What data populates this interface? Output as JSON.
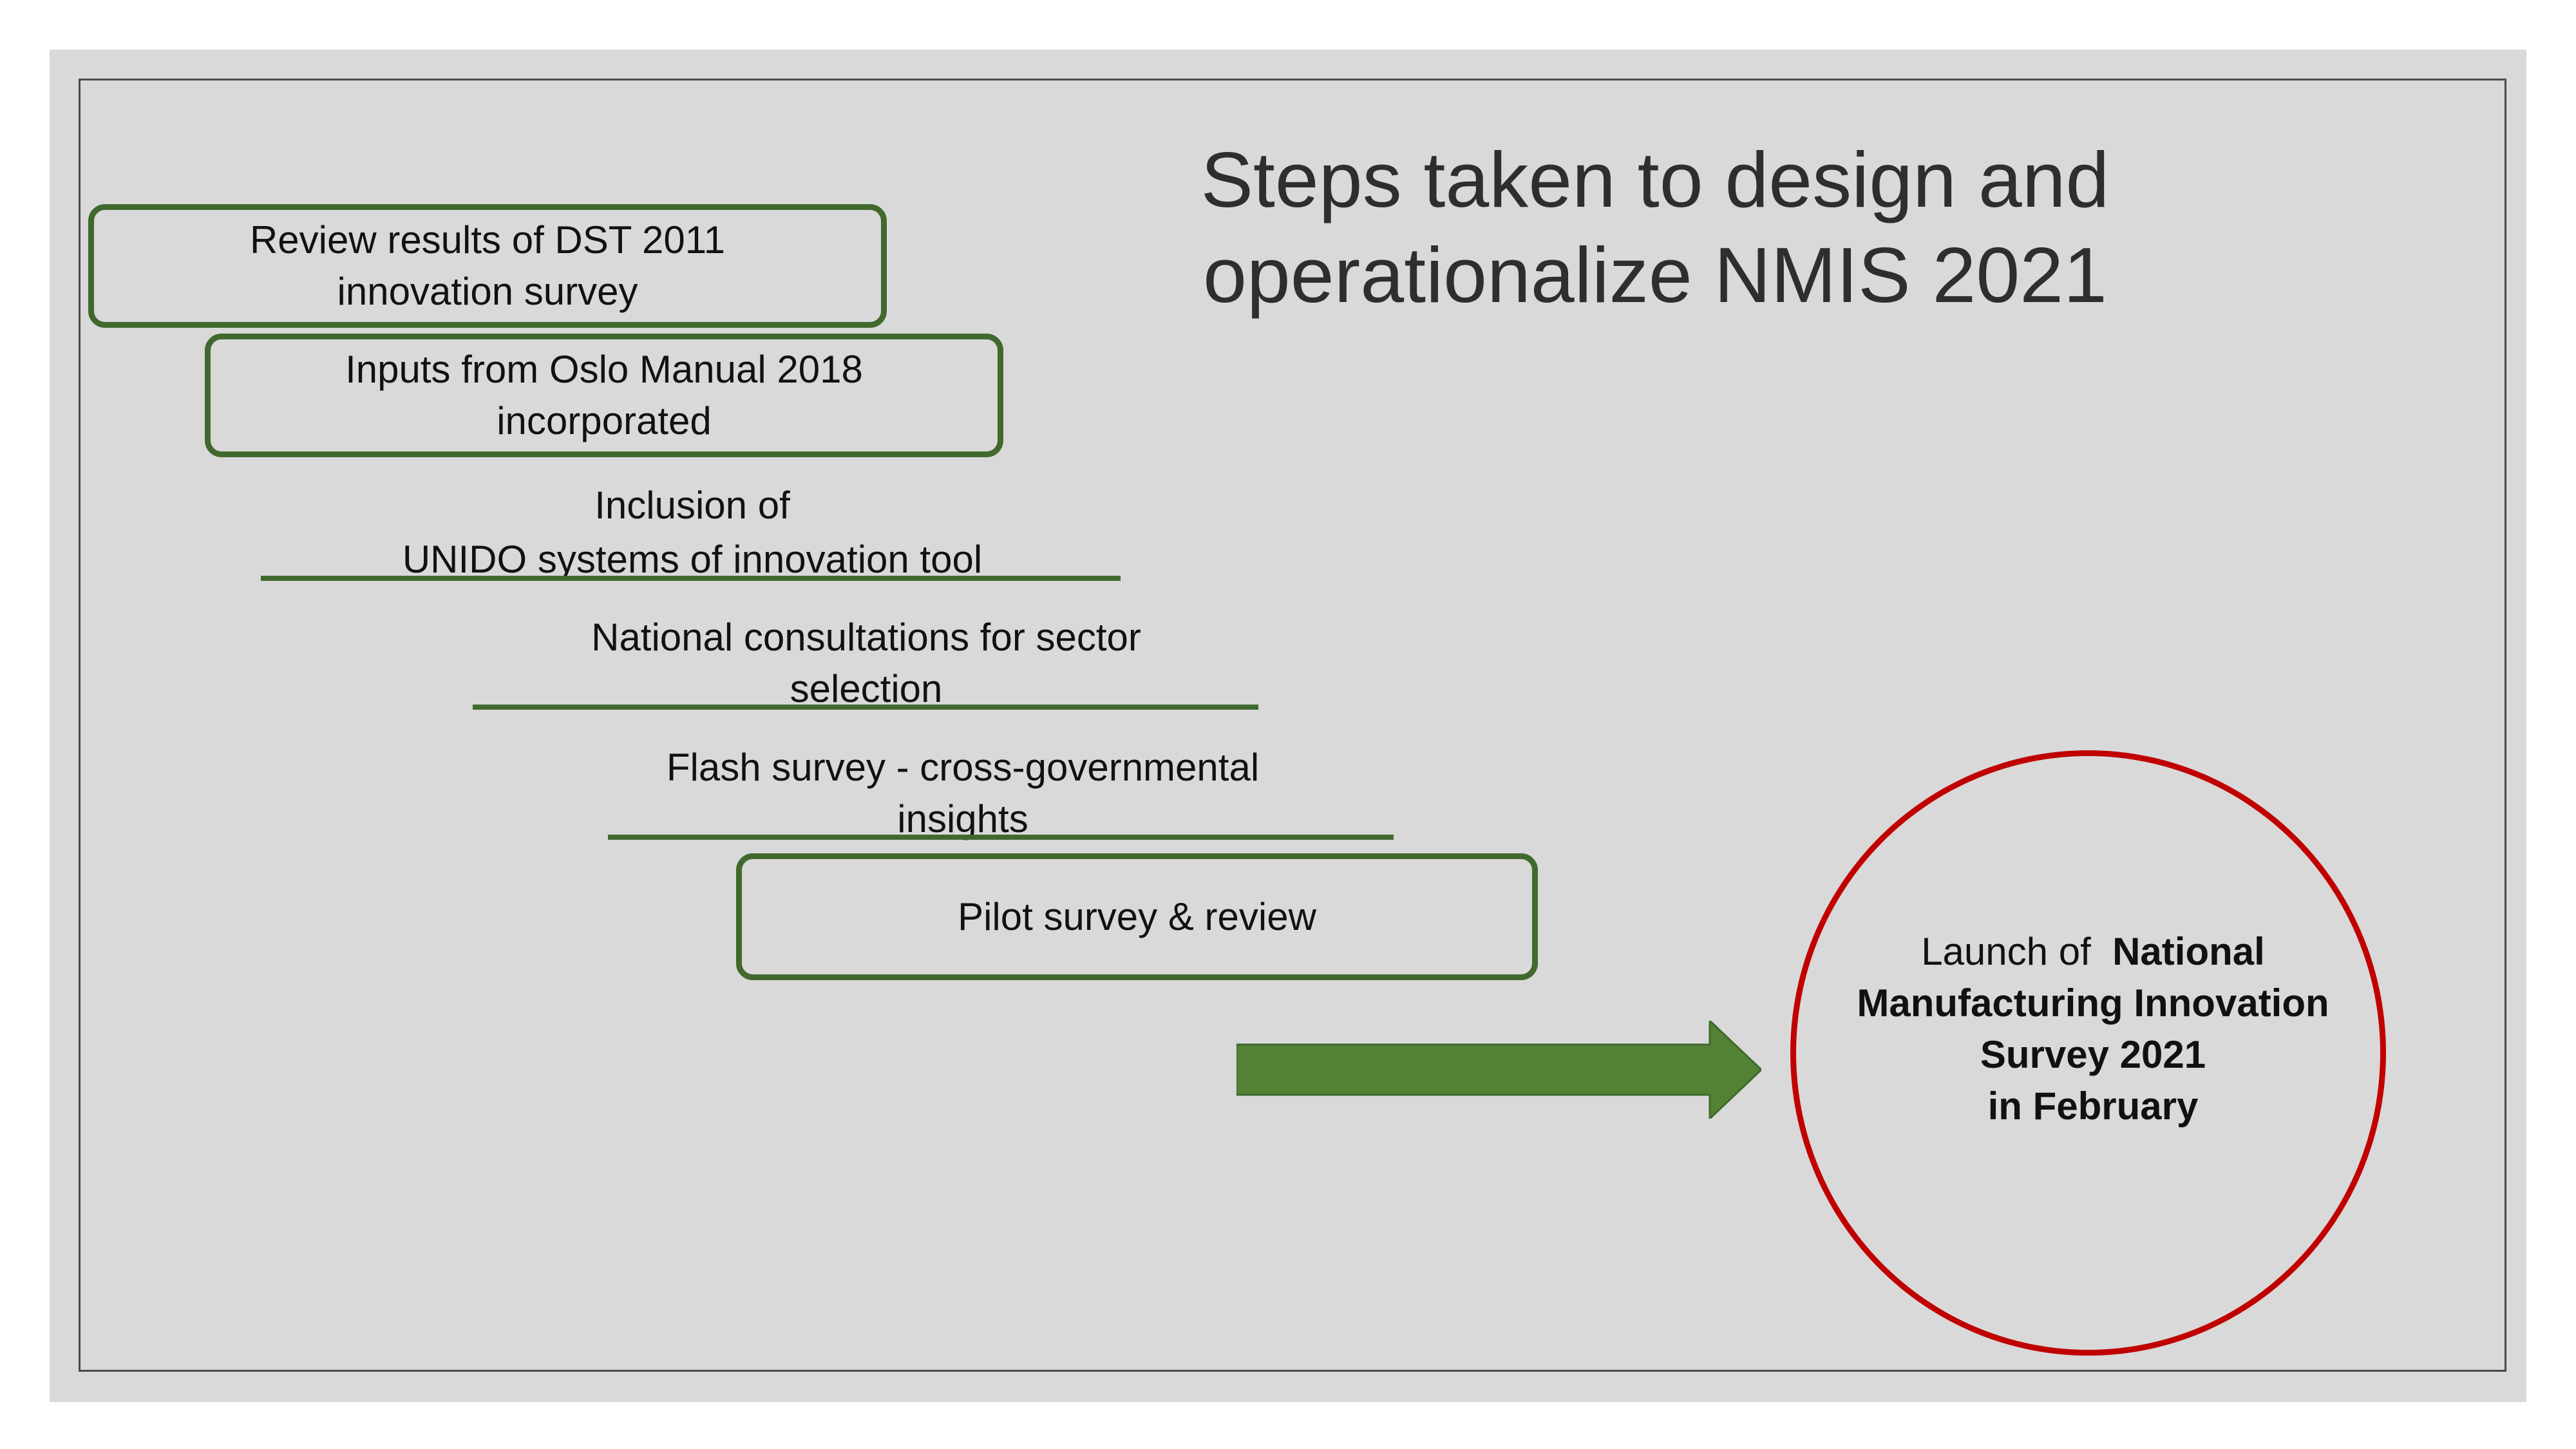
{
  "title": {
    "line1": "Steps taken to design and",
    "line2": "operationalize NMIS 2021"
  },
  "steps": [
    {
      "text": "Review results of DST 2011 innovation survey",
      "style": "box"
    },
    {
      "text": "Inputs from Oslo Manual 2018 incorporated",
      "style": "box"
    },
    {
      "line1": "Inclusion of",
      "line2": "UNIDO systems of innovation tool",
      "style": "underline"
    },
    {
      "text": "National consultations for sector selection",
      "style": "underline"
    },
    {
      "text": "Flash survey - cross-governmental insights",
      "style": "underline"
    },
    {
      "text": "Pilot survey & review",
      "style": "box"
    }
  ],
  "launch": {
    "prefix": "Launch of",
    "bold": "National Manufacturing Innovation Survey 2021",
    "suffix": "in February"
  },
  "colors": {
    "slide_background": "#d9d9d9",
    "frame": "#4a4a4a",
    "step_outline": "#41692e",
    "arrow_fill": "#548235",
    "circle_outline": "#c00000",
    "title_text": "#2e2e2e"
  },
  "icons": {
    "arrow": "right-arrow-icon"
  }
}
